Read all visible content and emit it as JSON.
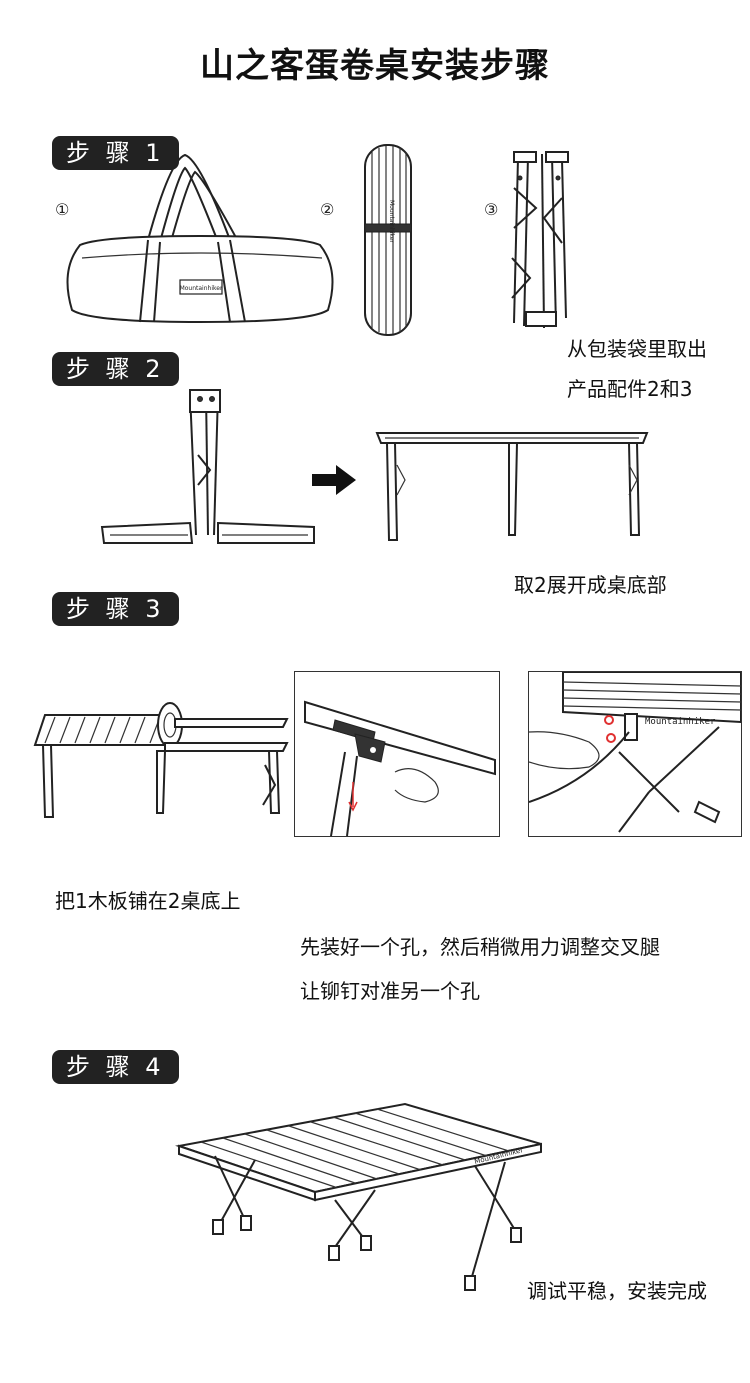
{
  "title": "山之客蛋卷桌安装步骤",
  "brand": "Mountainhiker",
  "steps": [
    {
      "label": "步 骤 1"
    },
    {
      "label": "步 骤 2"
    },
    {
      "label": "步 骤 3"
    },
    {
      "label": "步 骤 4"
    }
  ],
  "step1": {
    "markers": [
      "①",
      "②",
      "③"
    ],
    "caption_line1": "从包装袋里取出",
    "caption_line2": "产品配件2和3"
  },
  "step2": {
    "caption": "取2展开成桌底部",
    "arrow_icon": "arrow-right-icon"
  },
  "step3": {
    "caption1": "把1木板铺在2桌底上",
    "caption2_line1": "先装好一个孔，然后稍微用力调整交叉腿",
    "caption2_line2": "让铆钉对准另一个孔",
    "highlight_color": "#e03030"
  },
  "step4": {
    "caption": "调试平稳，安装完成"
  }
}
